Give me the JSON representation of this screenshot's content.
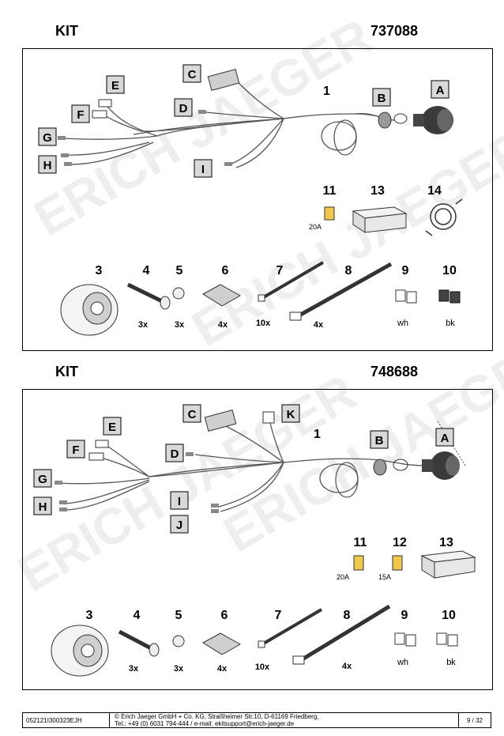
{
  "kit1": {
    "label": "KIT",
    "number": "737088",
    "letters": [
      "A",
      "B",
      "C",
      "D",
      "E",
      "F",
      "G",
      "H",
      "I"
    ],
    "cable_number": "1",
    "parts": [
      {
        "num": "3"
      },
      {
        "num": "4",
        "qty": "3x"
      },
      {
        "num": "5",
        "qty": "3x"
      },
      {
        "num": "6",
        "qty": "4x"
      },
      {
        "num": "7",
        "qty": "10x"
      },
      {
        "num": "8",
        "qty": "4x"
      },
      {
        "num": "9",
        "qty": "wh"
      },
      {
        "num": "10",
        "qty": "bk"
      },
      {
        "num": "11",
        "qty": "20A"
      },
      {
        "num": "13"
      },
      {
        "num": "14"
      }
    ]
  },
  "kit2": {
    "label": "KIT",
    "number": "748688",
    "letters": [
      "A",
      "B",
      "C",
      "D",
      "E",
      "F",
      "G",
      "H",
      "I",
      "J",
      "K"
    ],
    "cable_number": "1",
    "parts": [
      {
        "num": "3"
      },
      {
        "num": "4",
        "qty": "3x"
      },
      {
        "num": "5",
        "qty": "3x"
      },
      {
        "num": "6",
        "qty": "4x"
      },
      {
        "num": "7",
        "qty": "10x"
      },
      {
        "num": "8",
        "qty": "4x"
      },
      {
        "num": "9",
        "qty": "wh"
      },
      {
        "num": "10",
        "qty": "bk"
      },
      {
        "num": "11",
        "qty": "20A"
      },
      {
        "num": "12",
        "qty": "15A"
      },
      {
        "num": "13"
      }
    ]
  },
  "watermark": "ERICH JAEGER",
  "footer": {
    "doc_id": "052121I300323EJH",
    "company_line": "© Erich Jaeger GmbH + Co. KG, Straßheimer Str.10, D-61169 Friedberg,",
    "contact_line": "Tel.: +49 (0) 6031 794-444 / e-mail: ekitsupport@erich-jaeger.de",
    "page": "9 / 32"
  }
}
